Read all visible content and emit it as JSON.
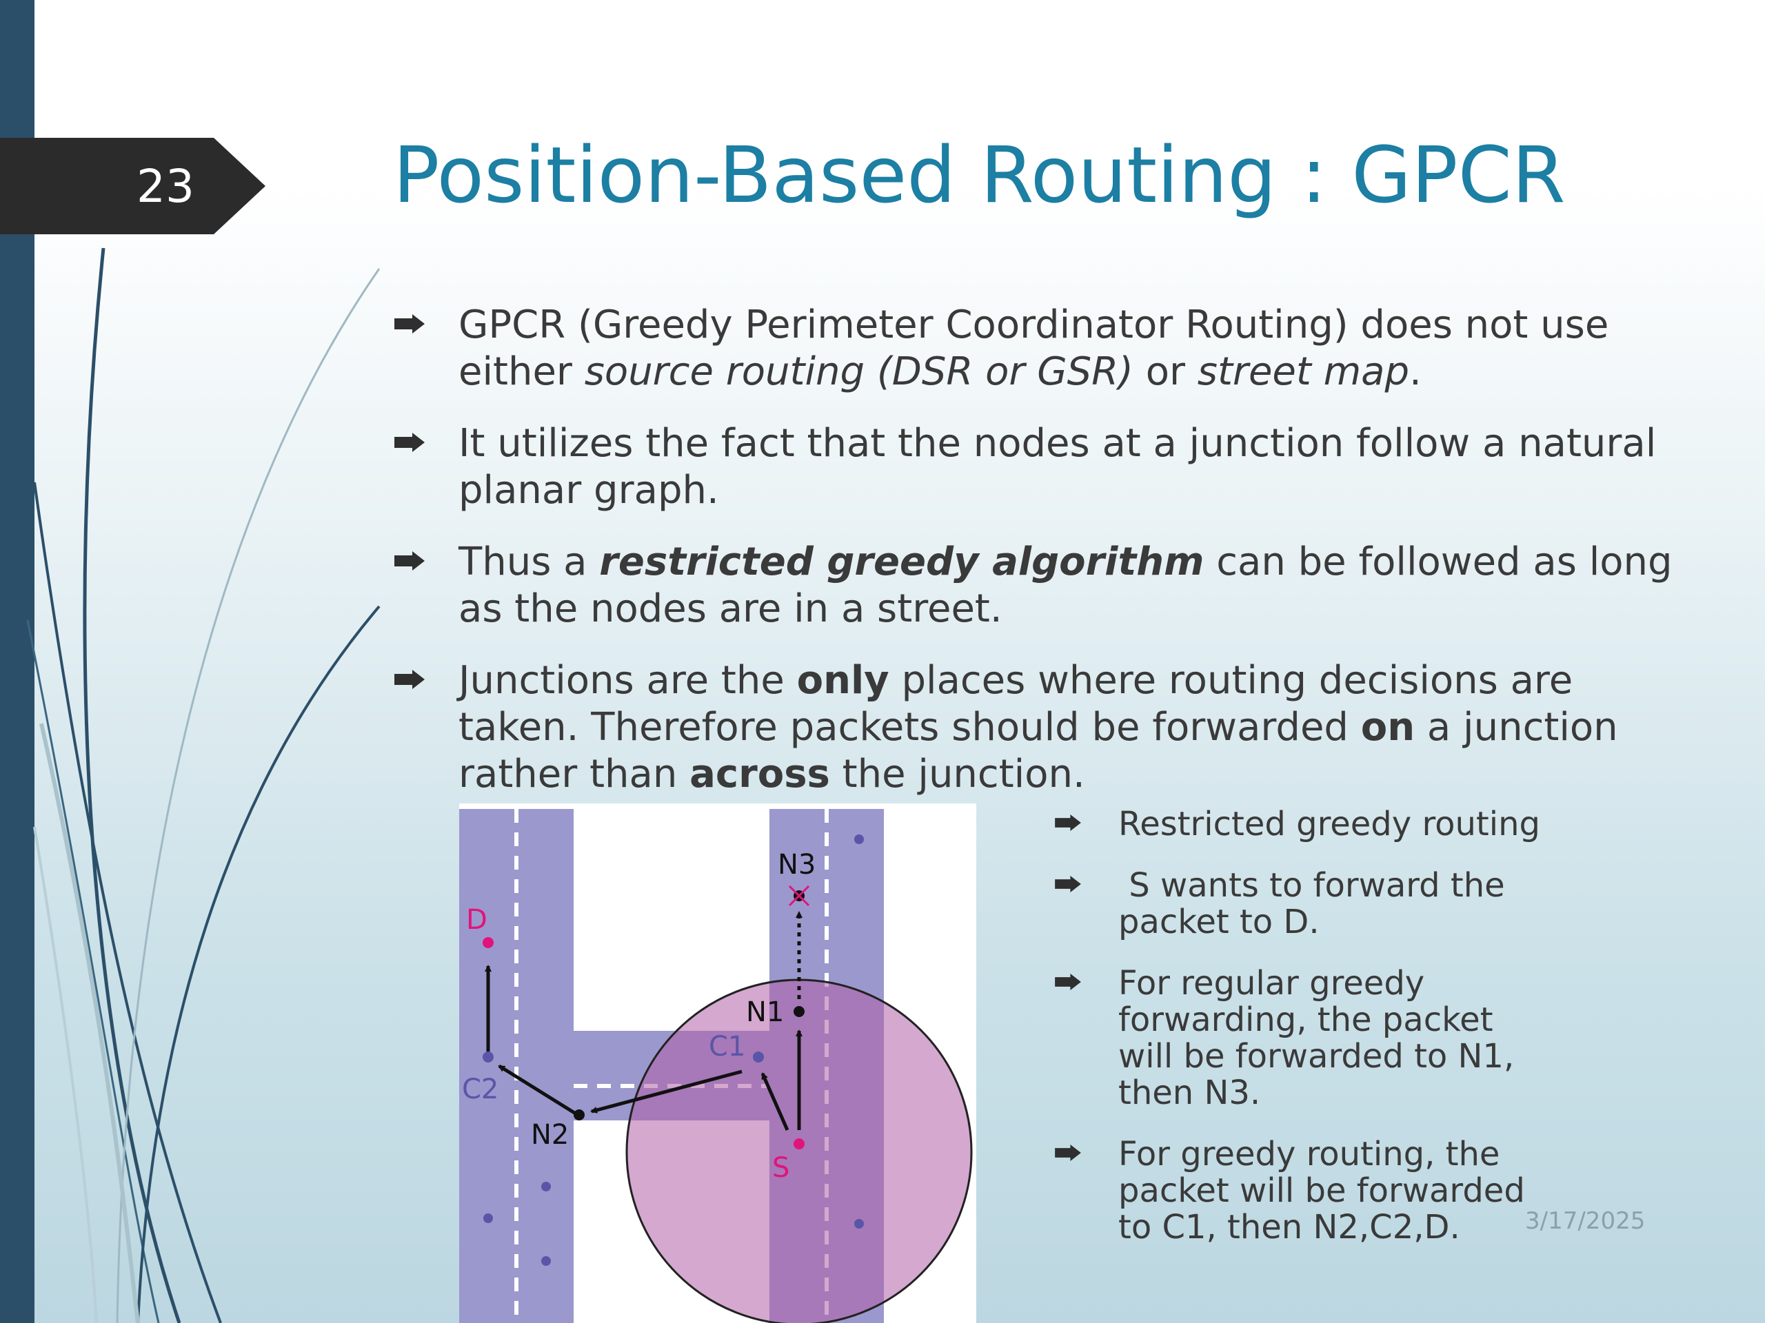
{
  "slide_number": "23",
  "title": "Position-Based Routing : GPCR",
  "bullets": [
    {
      "parts": [
        {
          "text": "GPCR (Greedy Perimeter Coordinator Routing) does not use either ",
          "style": ""
        },
        {
          "text": "source routing (DSR or GSR)",
          "style": "i"
        },
        {
          "text": " or ",
          "style": ""
        },
        {
          "text": "street map",
          "style": "i"
        },
        {
          "text": ".",
          "style": ""
        }
      ]
    },
    {
      "parts": [
        {
          "text": "It utilizes the fact that the nodes at a junction follow a natural planar graph.",
          "style": ""
        }
      ]
    },
    {
      "parts": [
        {
          "text": "Thus a ",
          "style": ""
        },
        {
          "text": "restricted greedy algorithm",
          "style": "bi"
        },
        {
          "text": " can be followed as long as the nodes are in a street.",
          "style": ""
        }
      ]
    },
    {
      "parts": [
        {
          "text": "Junctions are the ",
          "style": ""
        },
        {
          "text": "only",
          "style": "b"
        },
        {
          "text": " places where routing decisions are taken. Therefore packets should be forwarded ",
          "style": ""
        },
        {
          "text": "on",
          "style": "b"
        },
        {
          "text": " a junction rather than ",
          "style": ""
        },
        {
          "text": "across",
          "style": "b"
        },
        {
          "text": " the junction.",
          "style": ""
        }
      ]
    }
  ],
  "sub_bullets": [
    "Restricted greedy routing",
    " S wants to forward the packet to D.",
    "For regular greedy forwarding, the packet will be forwarded to N1, then N3.",
    "For greedy routing, the packet will be forwarded to C1, then N2,C2,D."
  ],
  "diagram": {
    "labels": {
      "D": "D",
      "C2": "C2",
      "N2": "N2",
      "C1": "C1",
      "N1": "N1",
      "N3": "N3",
      "S": "S"
    },
    "colors": {
      "street": "#8a86c4",
      "range": "#b160a8",
      "highlight": "#e0147a",
      "node": "#111111",
      "other_node": "#5a55a8"
    }
  },
  "date": "3/17/2025",
  "colors": {
    "title": "#1c7fa3",
    "left_bar": "#2c4f69",
    "badge": "#2b2b2b",
    "body_text": "#3a3a3a"
  }
}
